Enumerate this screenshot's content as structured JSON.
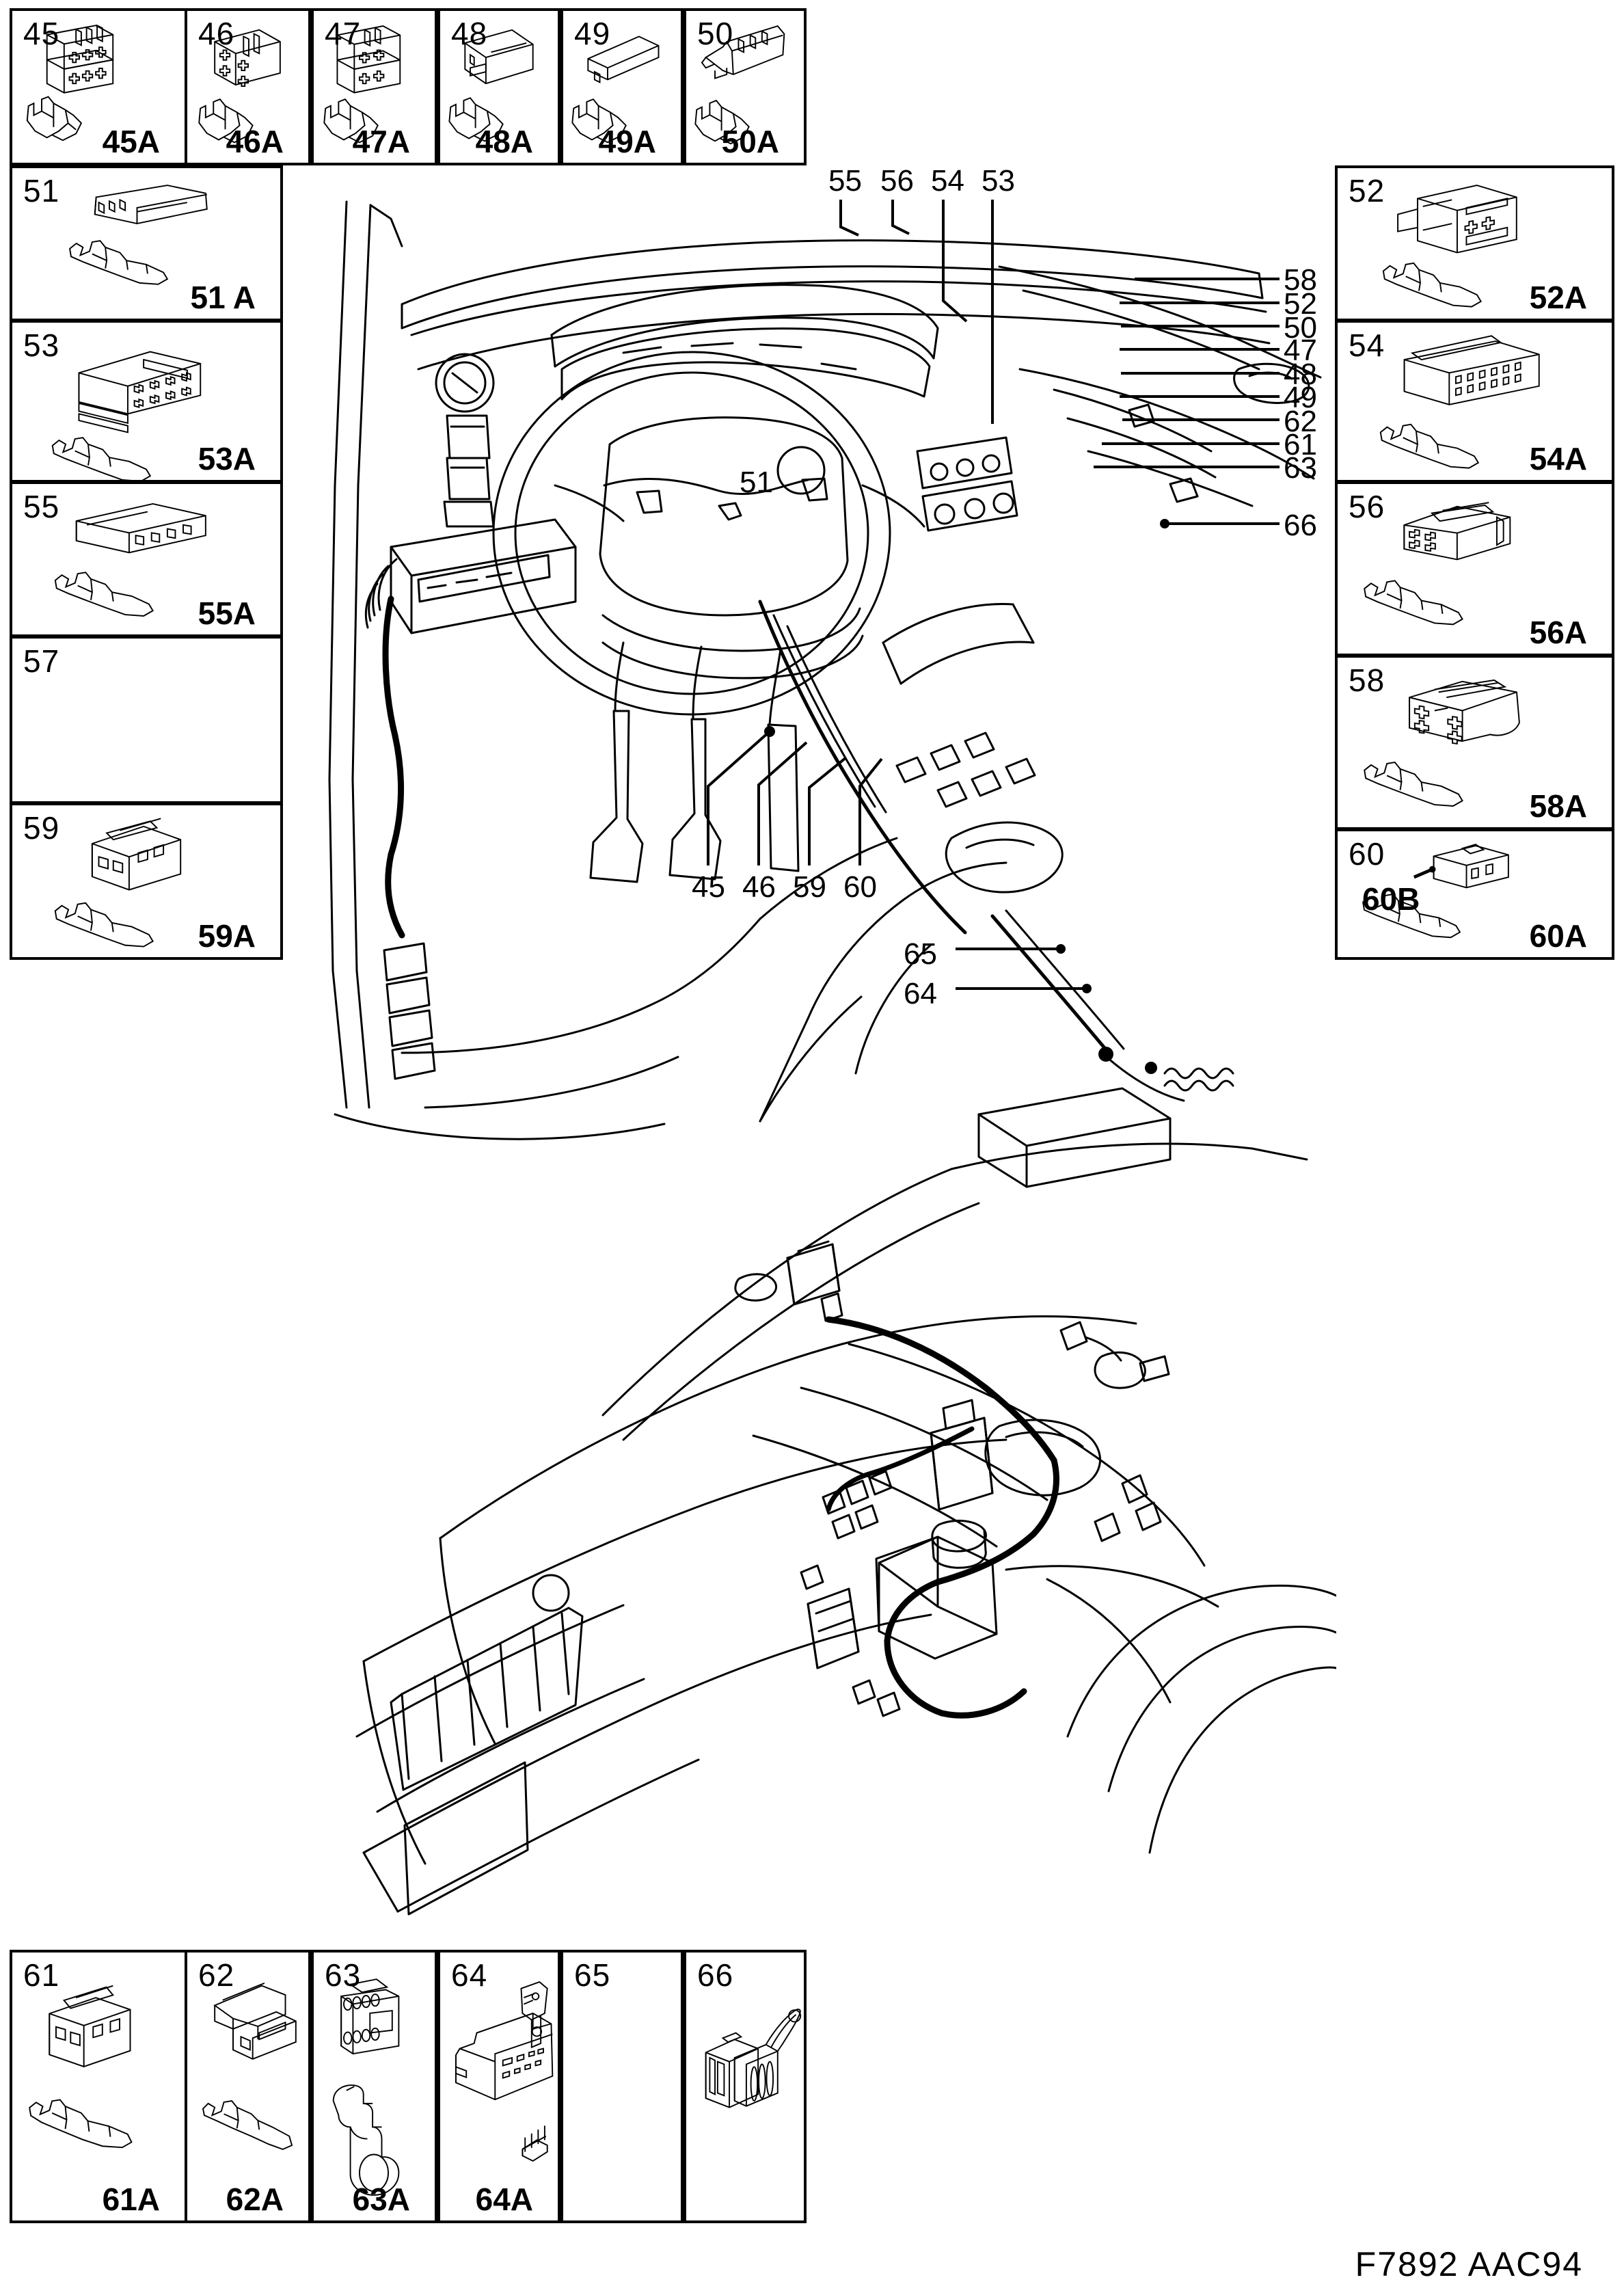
{
  "document": {
    "code": "F7892 AAC94",
    "type": "wiring-harness-connector-chart"
  },
  "panels": {
    "top_row": [
      {
        "number": "45",
        "sub": "45A",
        "art": "connector-double-stack"
      },
      {
        "number": "46",
        "sub": "46A",
        "art": "connector-block-small"
      },
      {
        "number": "47",
        "sub": "47A",
        "art": "connector-double-stack"
      },
      {
        "number": "48",
        "sub": "48A",
        "art": "connector-flat-box"
      },
      {
        "number": "49",
        "sub": "49A",
        "art": "connector-wedge"
      },
      {
        "number": "50",
        "sub": "50A",
        "art": "connector-multipin-strip"
      }
    ],
    "left_column": [
      {
        "number": "51",
        "sub": "51 A",
        "art": "connector-flat-3pin"
      },
      {
        "number": "53",
        "sub": "53A",
        "art": "connector-8pin-box"
      },
      {
        "number": "55",
        "sub": "55A",
        "art": "connector-slim-4pin"
      },
      {
        "number": "57",
        "sub": "",
        "art": "empty"
      },
      {
        "number": "59",
        "sub": "59A",
        "art": "connector-6pin-cube"
      }
    ],
    "right_column": [
      {
        "number": "52",
        "sub": "52A",
        "art": "connector-relay-body"
      },
      {
        "number": "54",
        "sub": "54A",
        "art": "connector-multipin-wide"
      },
      {
        "number": "56",
        "sub": "56A",
        "art": "connector-low-profile"
      },
      {
        "number": "58",
        "sub": "58A",
        "art": "connector-4pin-square"
      },
      {
        "number": "60",
        "sub": "60A",
        "sub2": "60B",
        "art": "connector-2pin-small"
      }
    ],
    "bottom_row": [
      {
        "number": "61",
        "sub": "61A",
        "art": "connector-6pin-cube"
      },
      {
        "number": "62",
        "sub": "62A",
        "art": "connector-blade-housing"
      },
      {
        "number": "63",
        "sub": "63A",
        "art": "connector-round-bulb"
      },
      {
        "number": "64",
        "sub": "64A",
        "art": "connector-large-tray"
      },
      {
        "number": "65",
        "sub": "",
        "art": "empty"
      },
      {
        "number": "66",
        "sub": "",
        "art": "connector-strap-clip"
      }
    ]
  },
  "illustration": {
    "title": "Vehicle dashboard and engine bay wiring harness routing",
    "callouts_top": [
      "55",
      "56",
      "54",
      "53"
    ],
    "callouts_right": [
      "58",
      "52",
      "50",
      "47",
      "48",
      "49",
      "62",
      "61",
      "63",
      "66"
    ],
    "callouts_bottom": [
      "45",
      "46",
      "59",
      "60"
    ],
    "callouts_left": [
      "51",
      "65",
      "64"
    ],
    "views": [
      {
        "name": "interior-dashboard-view",
        "description": "Steering wheel, instrument panel, pedals, fuse box"
      },
      {
        "name": "engine-bay-view",
        "description": "Front of car with hood open showing engine compartment harness"
      }
    ]
  }
}
